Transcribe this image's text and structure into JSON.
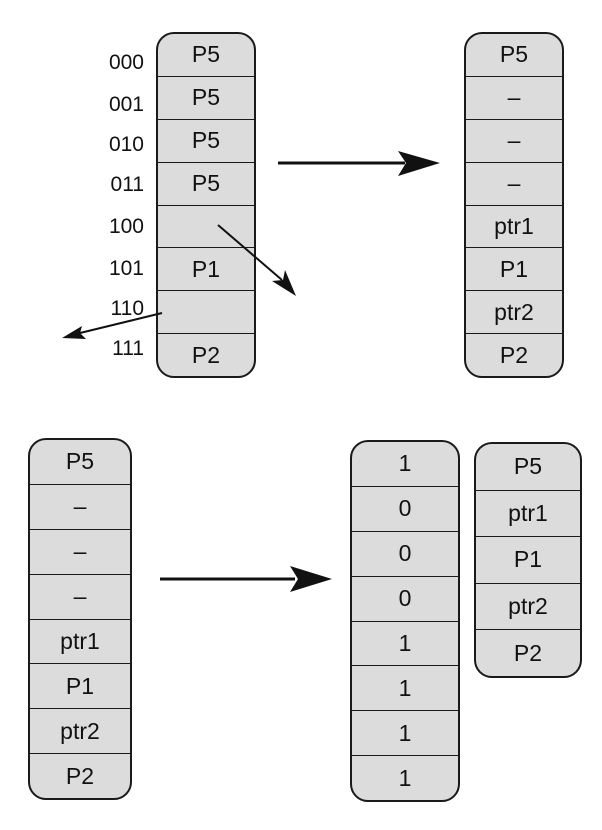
{
  "address_labels": [
    "000",
    "001",
    "010",
    "011",
    "100",
    "101",
    "110",
    "111"
  ],
  "table_initial": [
    "P5",
    "P5",
    "P5",
    "P5",
    "",
    "P1",
    "",
    "P2"
  ],
  "table_compact_left": [
    "P5",
    "–",
    "–",
    "–",
    "ptr1",
    "P1",
    "ptr2",
    "P2"
  ],
  "table_compact_bottom": [
    "P5",
    "–",
    "–",
    "–",
    "ptr1",
    "P1",
    "ptr2",
    "P2"
  ],
  "bitmap": [
    "1",
    "0",
    "0",
    "0",
    "1",
    "1",
    "1",
    "1"
  ],
  "packed_values": [
    "P5",
    "ptr1",
    "P1",
    "ptr2",
    "P2"
  ]
}
